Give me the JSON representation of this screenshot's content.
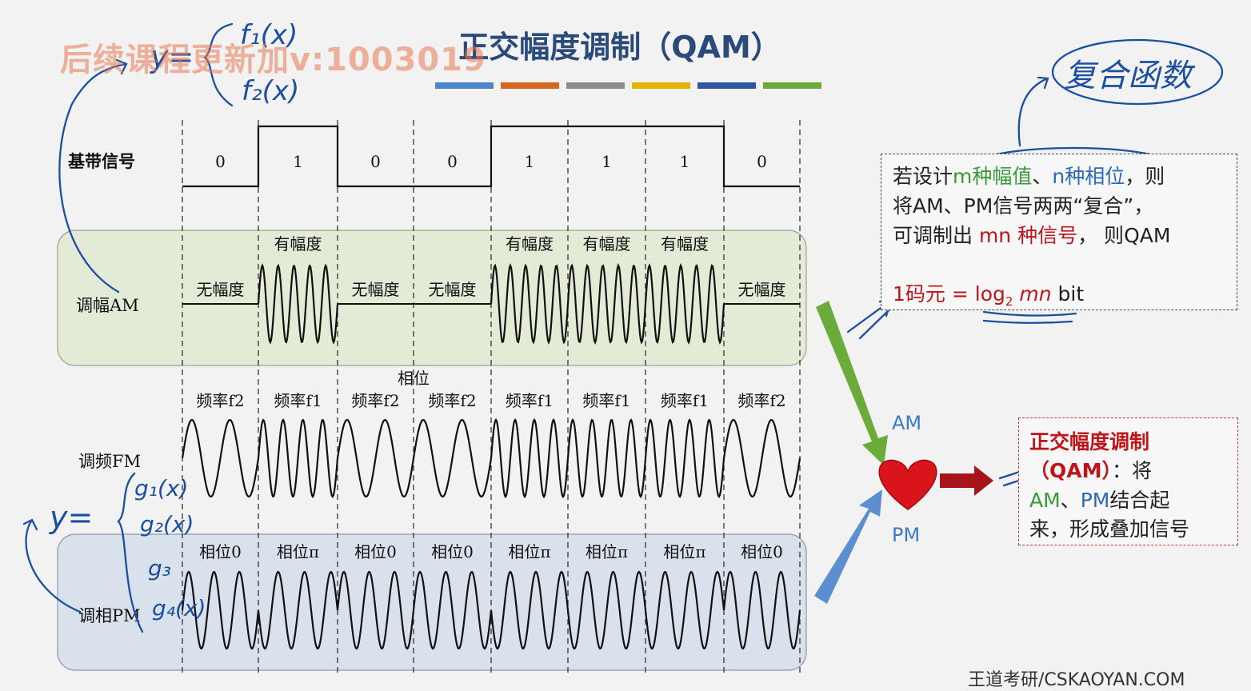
{
  "title": "正交幅度调制（QAM）",
  "title_bar_colors": [
    "#4a86c8",
    "#d2691e",
    "#8c8c8c",
    "#e0b400",
    "#2f55a4",
    "#6aab3a"
  ],
  "watermark": "后续课程更新加v:1003019",
  "rows": {
    "baseband": "基带信号",
    "am": "调幅AM",
    "fm": "调频FM",
    "pm": "调相PM"
  },
  "bits": [
    "0",
    "1",
    "0",
    "0",
    "1",
    "1",
    "1",
    "0"
  ],
  "am_labels": [
    "无幅度",
    "有幅度",
    "无幅度",
    "无幅度",
    "有幅度",
    "有幅度",
    "有幅度",
    "无幅度"
  ],
  "phase_label": "相位",
  "fm_labels": [
    "频率f2",
    "频率f1",
    "频率f2",
    "频率f2",
    "频率f1",
    "频率f1",
    "频率f1",
    "频率f2"
  ],
  "pm_labels": [
    "相位0",
    "相位π",
    "相位0",
    "相位0",
    "相位π",
    "相位π",
    "相位π",
    "相位0"
  ],
  "arrows": {
    "am": "AM",
    "pm": "PM"
  },
  "note": {
    "line1_a": "若设计",
    "line1_b": "m种幅值",
    "line1_c": "、",
    "line1_d": "n种相位",
    "line1_e": "，则",
    "line2": "将AM、PM信号两两“复合”，",
    "line3_a": "可调制出 ",
    "line3_b": "mn 种信号",
    "line3_c": "，  则",
    "line3_d": "QAM",
    "formula_a": "1码元 = log",
    "formula_sub": "2",
    "formula_b": " mn",
    "formula_c": " bit"
  },
  "definition": {
    "title": "正交幅度调制",
    "line2_a": "（QAM）",
    "line2_b": "：将",
    "line3_a": "AM",
    "line3_b": "、",
    "line3_c": "PM",
    "line3_d": "结合起",
    "line4": "来，形成叠加信号"
  },
  "handwriting": {
    "composite": "复合函数",
    "y_top": "y=",
    "f1": "f₁(x)",
    "f2": "f₂(x)",
    "y_bottom": "y=",
    "g1": "g₁(x)",
    "g2": "g₂(x)",
    "g3": "g₃",
    "g4": "g₄(x)"
  },
  "footer": "王道考研/CSKAOYAN.COM",
  "colors": {
    "am_panel": "#e3ebd6",
    "pm_panel": "#d9e1ec",
    "green_arrow": "#6aab3a",
    "blue_arrow": "#5b8fd0",
    "red_arrow": "#a8141b",
    "heart": "#d9141b",
    "handwriting": "#1c4fa0"
  }
}
